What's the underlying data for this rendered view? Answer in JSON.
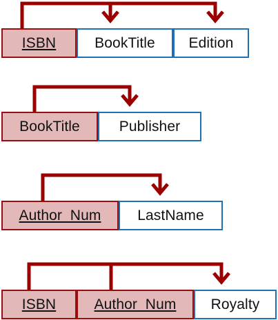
{
  "diagram": {
    "line_color": "#9b0000",
    "key_fill": "#e2b8b8",
    "key_border": "#9b0c0c",
    "nonkey_border": "#1f6fb5",
    "relations": [
      {
        "attributes": [
          {
            "label": "ISBN",
            "kind": "key",
            "underlined": true
          },
          {
            "label": "BookTitle",
            "kind": "nonkey",
            "underlined": false
          },
          {
            "label": "Edition",
            "kind": "nonkey",
            "underlined": false
          }
        ]
      },
      {
        "attributes": [
          {
            "label": "BookTitle",
            "kind": "key",
            "underlined": false
          },
          {
            "label": "Publisher",
            "kind": "nonkey",
            "underlined": false
          }
        ]
      },
      {
        "attributes": [
          {
            "label": "Author_Num",
            "kind": "key",
            "underlined": true
          },
          {
            "label": "LastName",
            "kind": "nonkey",
            "underlined": false
          }
        ]
      },
      {
        "attributes": [
          {
            "label": "ISBN",
            "kind": "key",
            "underlined": true
          },
          {
            "label": "Author_Num",
            "kind": "key",
            "underlined": true
          },
          {
            "label": "Royalty",
            "kind": "nonkey",
            "underlined": false
          }
        ]
      }
    ]
  }
}
